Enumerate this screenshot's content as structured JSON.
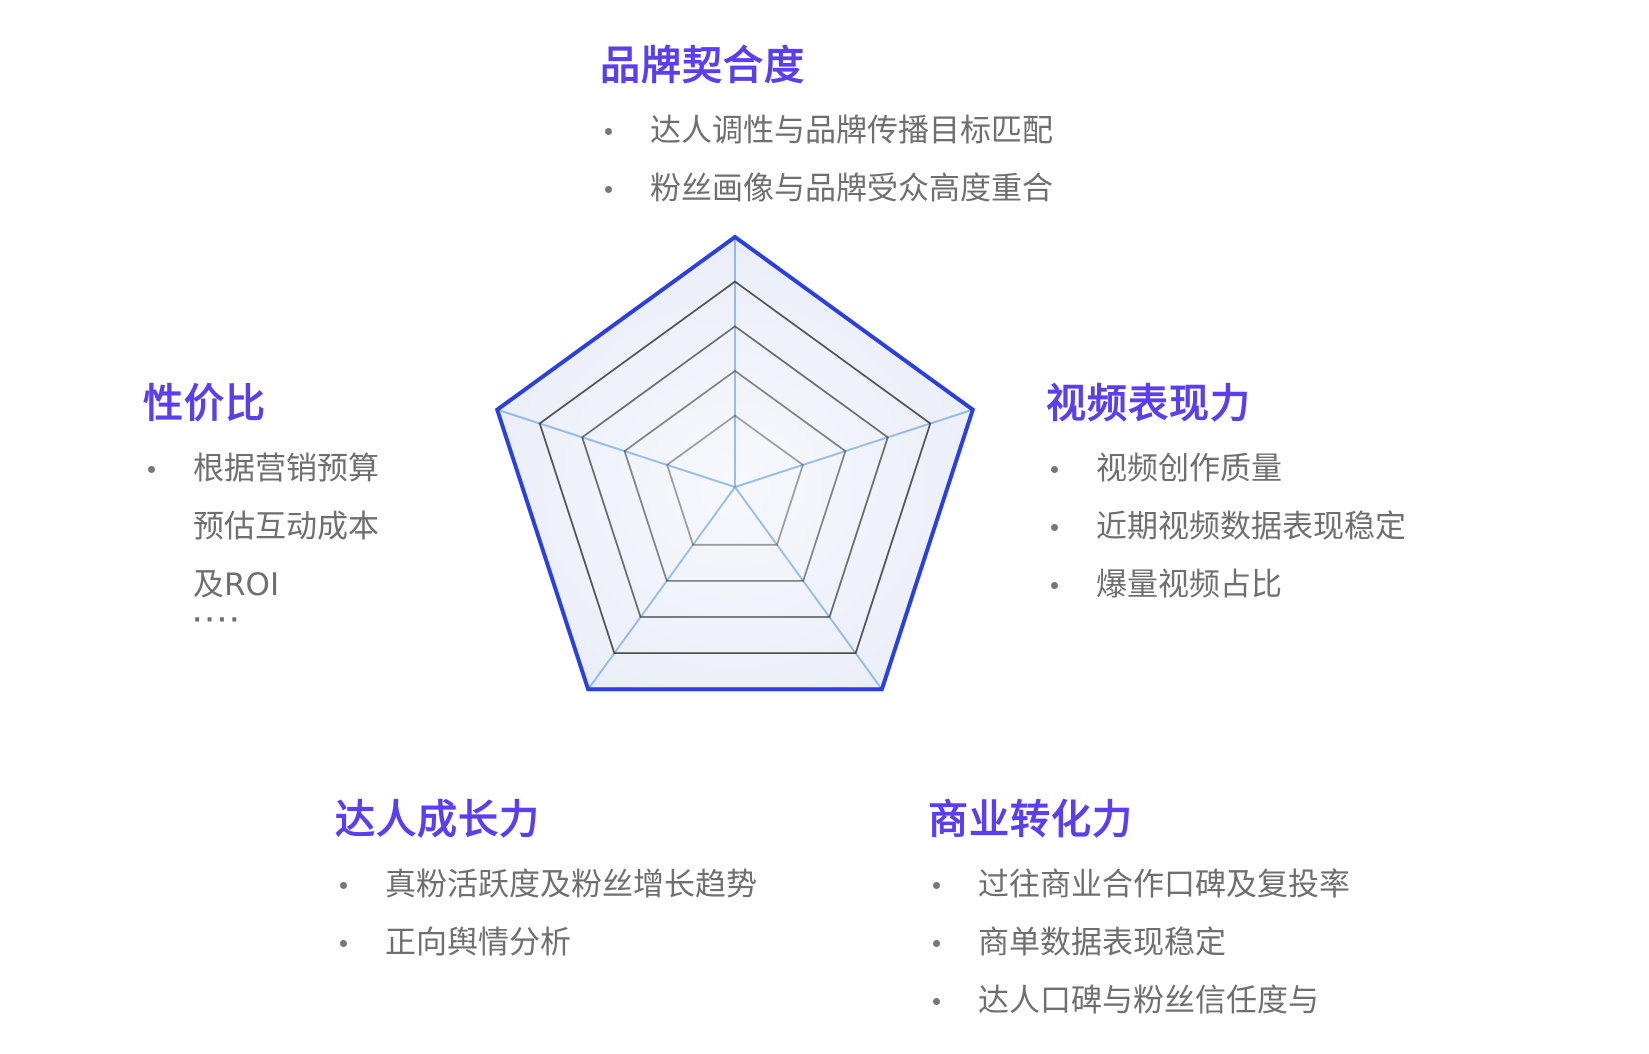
{
  "axes": [
    {
      "id": "brand",
      "title": "品牌契合度",
      "bullets": [
        {
          "lines": [
            "达人调性与品牌传播目标匹配"
          ]
        },
        {
          "lines": [
            "粉丝画像与品牌受众高度重合"
          ]
        }
      ]
    },
    {
      "id": "video",
      "title": "视频表现力",
      "bullets": [
        {
          "lines": [
            "视频创作质量"
          ]
        },
        {
          "lines": [
            "近期视频数据表现稳定"
          ]
        },
        {
          "lines": [
            "爆量视频占比"
          ]
        }
      ]
    },
    {
      "id": "commerce",
      "title": "商业转化力",
      "bullets": [
        {
          "lines": [
            "过往商业合作口碑及复投率"
          ]
        },
        {
          "lines": [
            "商单数据表现稳定"
          ]
        },
        {
          "lines": [
            "达人口碑与粉丝信任度与"
          ]
        }
      ]
    },
    {
      "id": "growth",
      "title": "达人成长力",
      "bullets": [
        {
          "lines": [
            "真粉活跃度及粉丝增长趋势"
          ]
        },
        {
          "lines": [
            "正向舆情分析"
          ]
        }
      ]
    },
    {
      "id": "value",
      "title": "性价比",
      "bullets": [
        {
          "lines": [
            "根据营销预算",
            "预估互动成本",
            "及ROI"
          ],
          "ellipsis": "····"
        }
      ]
    }
  ],
  "radar": {
    "rings": 5,
    "colors": {
      "outline": "#2a3fe0",
      "ring": "#3a3a3a",
      "spoke": "#4a90d9",
      "fill_outer": "#e9edf7",
      "fill_inner": "#f7f8fc",
      "title": "#5a3ef0",
      "text": "#6f6f6f"
    }
  }
}
